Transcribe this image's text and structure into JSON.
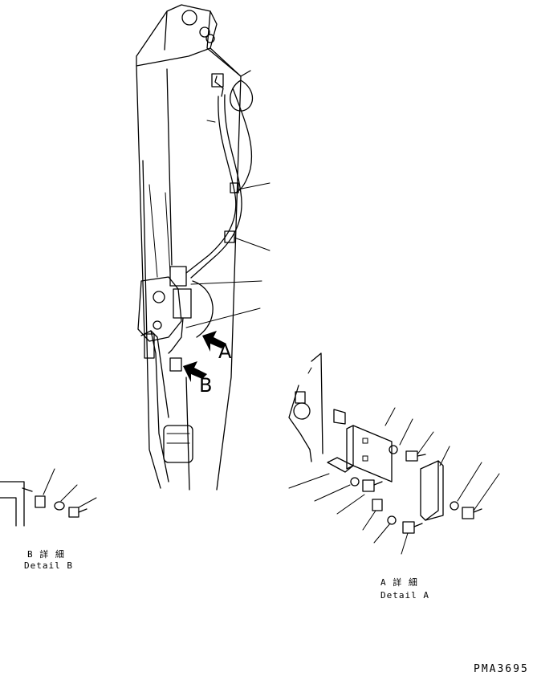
{
  "callouts": {
    "a": "A",
    "b": "B"
  },
  "detail_b": {
    "jp": "B 詳 細",
    "en": "Detail B"
  },
  "detail_a": {
    "jp": "A 詳 細",
    "en": "Detail A"
  },
  "drawing_code": "PMA3695"
}
